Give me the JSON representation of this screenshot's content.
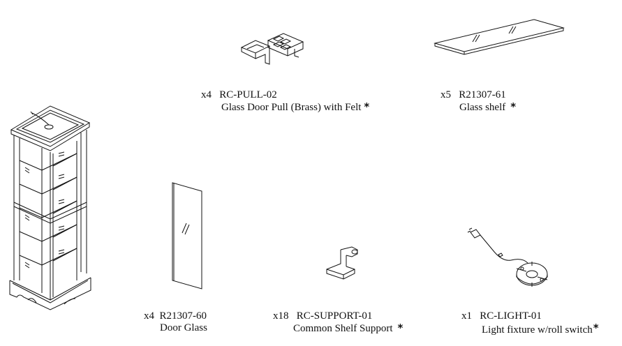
{
  "parts": {
    "pull": {
      "qty": "x4",
      "code": "RC-PULL-02",
      "name": "Glass Door Pull (Brass) with Felt",
      "mark": "*"
    },
    "shelf": {
      "qty": "x5",
      "code": "R21307-61",
      "name": "Glass shelf",
      "mark": "*"
    },
    "door": {
      "qty": "x4",
      "code": "R21307-60",
      "name": "Door Glass"
    },
    "support": {
      "qty": "x18",
      "code": "RC-SUPPORT-01",
      "name": "Common Shelf Support",
      "mark": "*"
    },
    "light": {
      "qty": "x1",
      "code": "RC-LIGHT-01",
      "name": "Light fixture w/roll switch",
      "mark": "*"
    }
  },
  "illustrations": {
    "cabinet": "curio-cabinet-drawing",
    "pull": "door-pull-drawing",
    "shelf": "glass-shelf-drawing",
    "door": "door-glass-drawing",
    "support": "shelf-support-drawing",
    "light": "light-fixture-drawing"
  },
  "colors": {
    "ink": "#111111",
    "background": "#ffffff"
  }
}
